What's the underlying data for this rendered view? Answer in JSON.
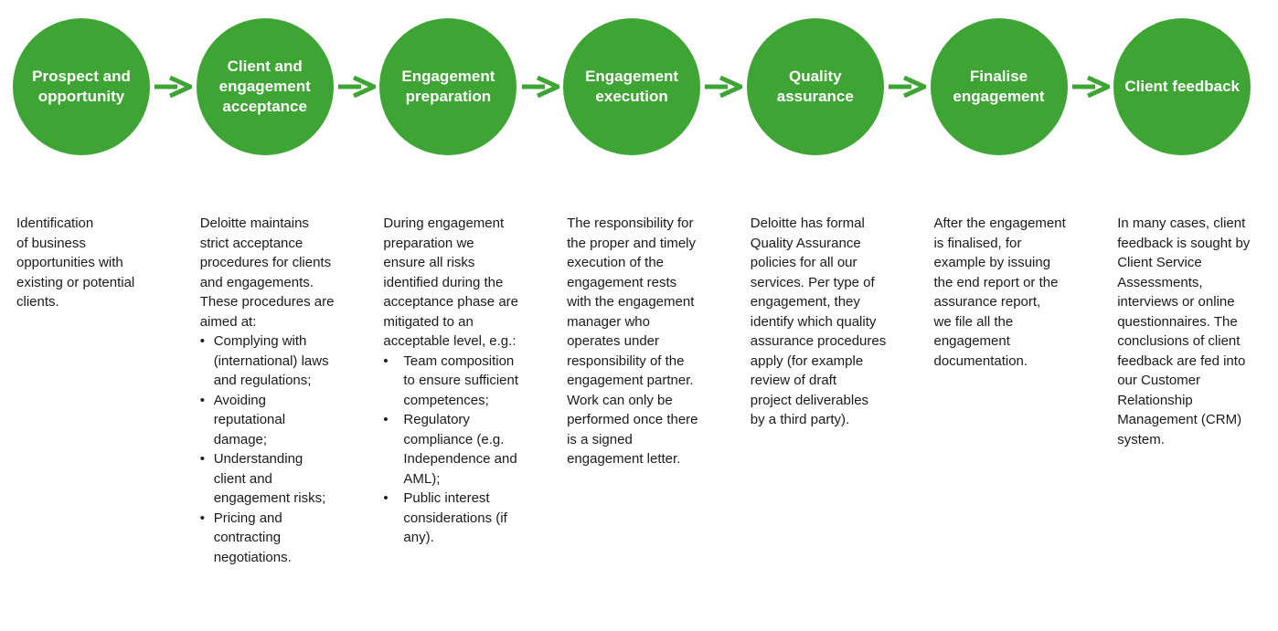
{
  "colors": {
    "circle_fill": "#3EA535",
    "arrow": "#3EA535",
    "title_text": "#FFFFFF",
    "body_text": "#1A1A1A",
    "background": "#FFFFFF"
  },
  "ui": {
    "bullet_char": "•",
    "arrow_icon": "chevron-right-arrow"
  },
  "steps": [
    {
      "title": "Prospect and\nopportunity",
      "description": [
        {
          "type": "paragraph",
          "text": "Identification\nof business\nopportunities with\nexisting or potential\nclients."
        }
      ]
    },
    {
      "title": "Client and\nengagement\nacceptance",
      "description": [
        {
          "type": "paragraph",
          "text": "Deloitte maintains\nstrict acceptance\nprocedures for clients\nand engagements.\nThese procedures are\naimed at:"
        },
        {
          "type": "bullet",
          "text": "Complying with\n(international) laws\nand regulations;"
        },
        {
          "type": "bullet",
          "text": "Avoiding\nreputational\ndamage;"
        },
        {
          "type": "bullet",
          "text": "Understanding\nclient and\nengagement risks;"
        },
        {
          "type": "bullet",
          "text": "Pricing and\ncontracting\nnegotiations."
        }
      ]
    },
    {
      "title": "Engagement\npreparation",
      "description": [
        {
          "type": "paragraph",
          "text": "During engagement\npreparation we\nensure all risks\nidentified during the\nacceptance phase are\nmitigated to an\nacceptable level, e.g.:"
        },
        {
          "type": "bullet",
          "text": "Team composition\nto ensure sufficient\ncompetences;"
        },
        {
          "type": "bullet",
          "text": "Regulatory\ncompliance (e.g.\nIndependence and\nAML);"
        },
        {
          "type": "bullet",
          "text": "Public interest\nconsiderations (if\nany)."
        }
      ]
    },
    {
      "title": "Engagement\nexecution",
      "description": [
        {
          "type": "paragraph",
          "text": "The responsibility for\nthe proper and timely\nexecution of the\nengagement rests\nwith the engagement\nmanager who\noperates under\nresponsibility of the\nengagement partner.\nWork can only be\nperformed once there\nis a signed\nengagement letter."
        }
      ]
    },
    {
      "title": "Quality\nassurance",
      "description": [
        {
          "type": "paragraph",
          "text": "Deloitte has formal\nQuality Assurance\npolicies for all our\nservices. Per type of\nengagement, they\nidentify which quality\nassurance procedures\napply (for example\nreview of draft\nproject deliverables\nby a third party)."
        }
      ]
    },
    {
      "title": "Finalise\nengagement",
      "description": [
        {
          "type": "paragraph",
          "text": "After the engagement\nis finalised, for\nexample by issuing\nthe end report or the\nassurance report,\nwe file all the\nengagement\ndocumentation."
        }
      ]
    },
    {
      "title": "Client feedback",
      "description": [
        {
          "type": "paragraph",
          "text": "In many cases, client\nfeedback is sought by\nClient Service\nAssessments,\ninterviews or online\nquestionnaires. The\nconclusions of client\nfeedback are fed into\nour Customer\nRelationship\nManagement (CRM)\nsystem."
        }
      ]
    }
  ]
}
